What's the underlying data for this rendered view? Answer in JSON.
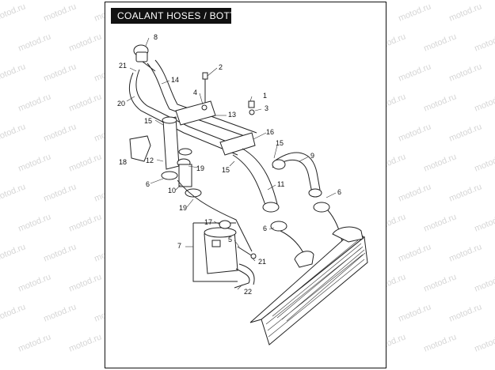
{
  "title": "COALANT HOSES / BOTTLE",
  "watermark": "motod.ru",
  "callouts": [
    "1",
    "2",
    "3",
    "4",
    "5",
    "6",
    "7",
    "8",
    "9",
    "10",
    "11",
    "12",
    "13",
    "14",
    "15",
    "16",
    "17",
    "18",
    "19",
    "20",
    "21",
    "22"
  ]
}
